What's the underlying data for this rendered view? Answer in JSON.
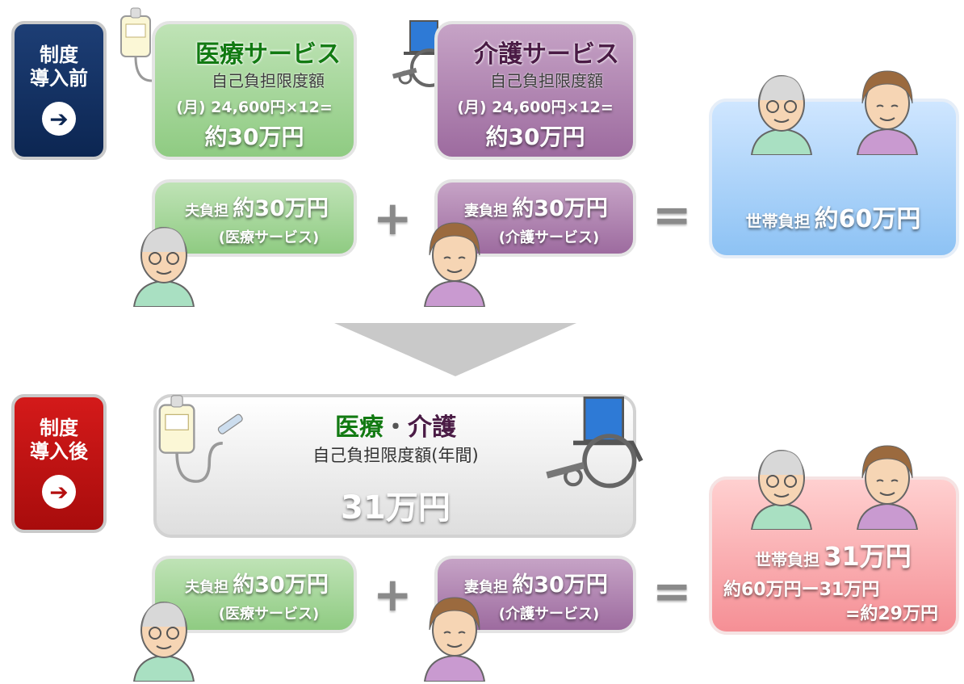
{
  "before": {
    "badge": "制度\n導入前",
    "medical": {
      "title": "医療サービス",
      "subtitle": "自己負担限度額",
      "calc": "(月) 24,600円×12=",
      "total": "約30万円"
    },
    "care": {
      "title": "介護サービス",
      "subtitle": "自己負担限度額",
      "calc": "(月) 24,600円×12=",
      "total": "約30万円"
    },
    "husband": {
      "label": "夫負担",
      "amount": "約30万円",
      "service": "(医療サービス)"
    },
    "wife": {
      "label": "妻負担",
      "amount": "約30万円",
      "service": "(介護サービス)"
    },
    "household": {
      "label": "世帯負担",
      "amount": "約60万円"
    },
    "plus": "+",
    "equals": "="
  },
  "after": {
    "badge": "制度\n導入後",
    "combined": {
      "title_part1": "医療",
      "title_dot": "・",
      "title_part2": "介護",
      "subtitle": "自己負担限度額(年間)",
      "total": "31万円"
    },
    "husband": {
      "label": "夫負担",
      "amount": "約30万円",
      "service": "(医療サービス)"
    },
    "wife": {
      "label": "妻負担",
      "amount": "約30万円",
      "service": "(介護サービス)"
    },
    "household": {
      "label": "世帯負担",
      "amount": "31万円",
      "calc_line1": "約60万円ー31万円",
      "calc_line2": "=約29万円"
    },
    "plus": "+",
    "equals": "="
  },
  "colors": {
    "before_badge": "#0c2652",
    "after_badge": "#b40f0f",
    "medical_green": "#8fcb82",
    "care_purple": "#9d6b9f",
    "household_blue": "#8dc2f4",
    "household_pink": "#f58f95"
  },
  "icons": [
    "arrow-right-icon",
    "iv-drip-icon",
    "wheelchair-icon",
    "elderly-man-icon",
    "elderly-woman-icon"
  ]
}
